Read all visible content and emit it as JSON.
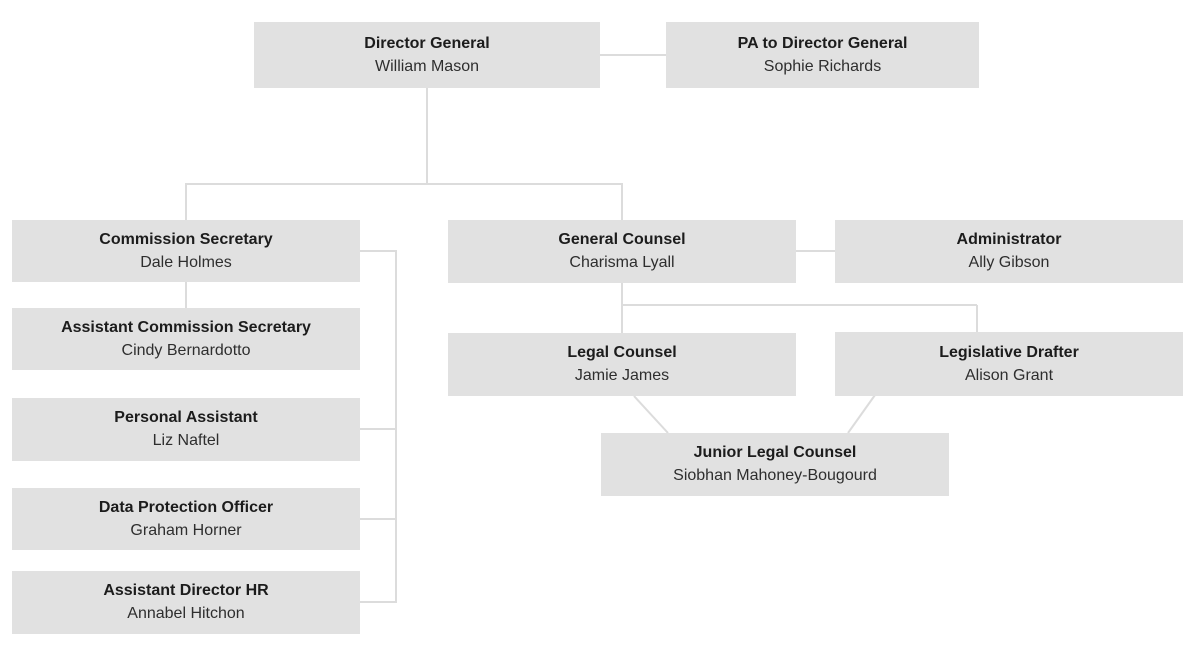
{
  "diagram": {
    "type": "org-chart",
    "background": "#ffffff"
  },
  "colors": {
    "box_fill": "#e1e1e1",
    "line_color": "#dcdcdc",
    "title_color": "#1c1c1c",
    "name_color": "#2e2e2e"
  },
  "nodes": [
    {
      "id": "director-general",
      "title": "Director General",
      "name": "William Mason"
    },
    {
      "id": "pa-to-director-general",
      "title": "PA to Director General",
      "name": "Sophie Richards"
    },
    {
      "id": "commission-secretary",
      "title": "Commission Secretary",
      "name": "Dale Holmes"
    },
    {
      "id": "general-counsel",
      "title": "General Counsel",
      "name": "Charisma Lyall"
    },
    {
      "id": "administrator",
      "title": "Administrator",
      "name": "Ally Gibson"
    },
    {
      "id": "assistant-commission-secretary",
      "title": "Assistant Commission Secretary",
      "name": "Cindy Bernardotto"
    },
    {
      "id": "legal-counsel",
      "title": "Legal Counsel",
      "name": "Jamie James"
    },
    {
      "id": "legislative-drafter",
      "title": "Legislative Drafter",
      "name": "Alison Grant"
    },
    {
      "id": "personal-assistant",
      "title": "Personal Assistant",
      "name": "Liz Naftel"
    },
    {
      "id": "junior-legal-counsel",
      "title": "Junior Legal Counsel",
      "name": "Siobhan Mahoney-Bougourd"
    },
    {
      "id": "data-protection-officer",
      "title": "Data Protection Officer",
      "name": "Graham Horner"
    },
    {
      "id": "assistant-director-hr",
      "title": "Assistant Director HR",
      "name": "Annabel Hitchon"
    }
  ],
  "edges": [
    {
      "from": "director-general",
      "to": "pa-to-director-general",
      "style": "lateral"
    },
    {
      "from": "director-general",
      "to": "commission-secretary",
      "style": "elbow"
    },
    {
      "from": "director-general",
      "to": "general-counsel",
      "style": "elbow"
    },
    {
      "from": "commission-secretary",
      "to": "assistant-commission-secretary",
      "style": "vertical"
    },
    {
      "from": "commission-secretary",
      "to": "personal-assistant",
      "style": "right-spine"
    },
    {
      "from": "commission-secretary",
      "to": "data-protection-officer",
      "style": "right-spine"
    },
    {
      "from": "commission-secretary",
      "to": "assistant-director-hr",
      "style": "right-spine"
    },
    {
      "from": "general-counsel",
      "to": "administrator",
      "style": "lateral"
    },
    {
      "from": "general-counsel",
      "to": "legal-counsel",
      "style": "vertical"
    },
    {
      "from": "general-counsel",
      "to": "legislative-drafter",
      "style": "elbow"
    },
    {
      "from": "legal-counsel",
      "to": "junior-legal-counsel",
      "style": "diagonal"
    },
    {
      "from": "legislative-drafter",
      "to": "junior-legal-counsel",
      "style": "diagonal"
    }
  ]
}
